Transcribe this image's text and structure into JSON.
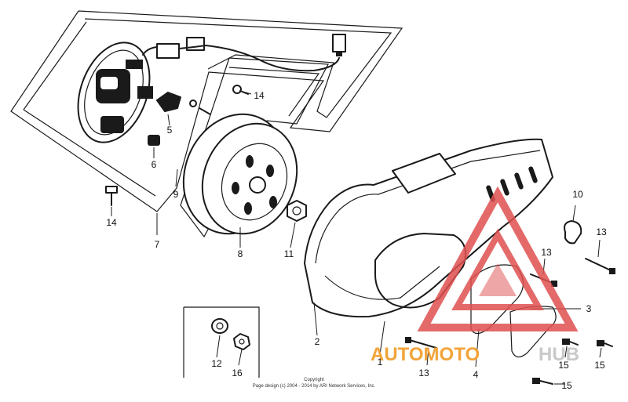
{
  "callouts": [
    {
      "id": "c1",
      "text": "1"
    },
    {
      "id": "c2",
      "text": "2"
    },
    {
      "id": "c3",
      "text": "3"
    },
    {
      "id": "c4",
      "text": "4"
    },
    {
      "id": "c5",
      "text": "5"
    },
    {
      "id": "c6",
      "text": "6"
    },
    {
      "id": "c7",
      "text": "7"
    },
    {
      "id": "c8",
      "text": "8"
    },
    {
      "id": "c9",
      "text": "9"
    },
    {
      "id": "c10",
      "text": "10"
    },
    {
      "id": "c11",
      "text": "11"
    },
    {
      "id": "c12",
      "text": "12"
    },
    {
      "id": "c13a",
      "text": "13"
    },
    {
      "id": "c13b",
      "text": "13"
    },
    {
      "id": "c13c",
      "text": "13"
    },
    {
      "id": "c14a",
      "text": "14"
    },
    {
      "id": "c14b",
      "text": "14"
    },
    {
      "id": "c15a",
      "text": "15"
    },
    {
      "id": "c15b",
      "text": "15"
    },
    {
      "id": "c15c",
      "text": "15"
    },
    {
      "id": "c16",
      "text": "16"
    }
  ],
  "copyright": {
    "line1": "Copyright",
    "line2": "Page design (c) 2004 - 2014 by ARI Network Services, Inc."
  },
  "watermark": {
    "part1": "AUTOMOTO",
    "part2": "HUB",
    "color_primary": "#f2a43a",
    "color_secondary": "#c9c9c9",
    "logo_color": "#e05050"
  }
}
